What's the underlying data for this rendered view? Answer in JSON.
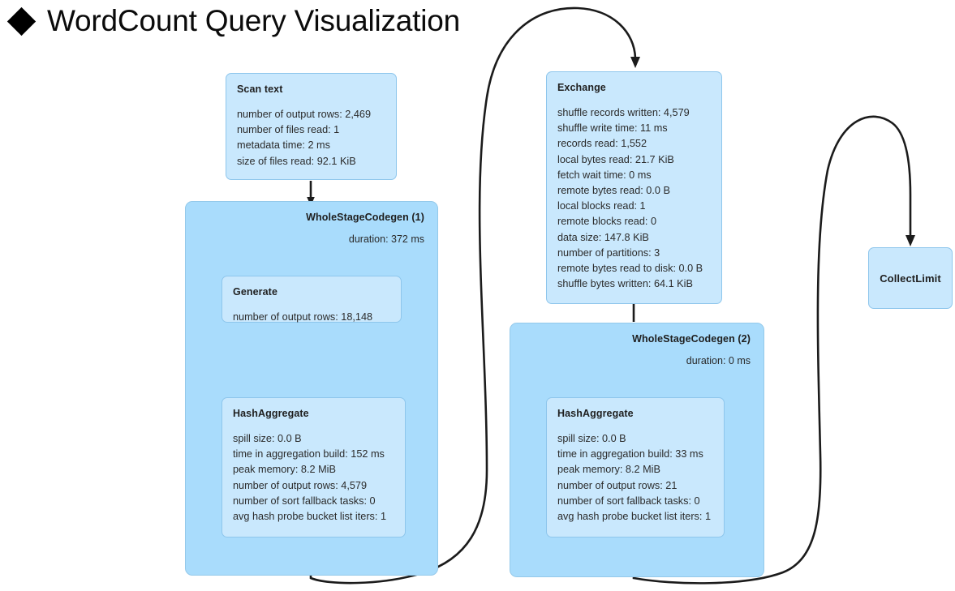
{
  "page": {
    "title": "WordCount Query Visualization",
    "title_marker_icon": "diamond-bullet-icon",
    "background_color": "#ffffff"
  },
  "colors": {
    "cluster_fill": "#a9dcfc",
    "cluster_border": "#94c9ea",
    "node_fill": "#c9e8fd",
    "node_border": "#8ec6ec",
    "edge_stroke": "#1b1b1b",
    "text": "#1f1f1f"
  },
  "graph": {
    "type": "dag",
    "nodes": [
      {
        "id": "scan-text",
        "title": "Scan text",
        "metrics": [
          "number of output rows: 2,469",
          "number of files read: 1",
          "metadata time: 2 ms",
          "size of files read: 92.1 KiB"
        ]
      },
      {
        "id": "wholestagecodegen-1",
        "title": "WholeStageCodegen (1)",
        "subtitle": "duration: 372 ms",
        "kind": "cluster"
      },
      {
        "id": "generate",
        "title": "Generate",
        "metrics": [
          "number of output rows: 18,148"
        ]
      },
      {
        "id": "hashaggregate-1",
        "title": "HashAggregate",
        "metrics": [
          "spill size: 0.0 B",
          "time in aggregation build: 152 ms",
          "peak memory: 8.2 MiB",
          "number of output rows: 4,579",
          "number of sort fallback tasks: 0",
          "avg hash probe bucket list iters: 1"
        ]
      },
      {
        "id": "exchange",
        "title": "Exchange",
        "metrics": [
          "shuffle records written: 4,579",
          "shuffle write time: 11 ms",
          "records read: 1,552",
          "local bytes read: 21.7 KiB",
          "fetch wait time: 0 ms",
          "remote bytes read: 0.0 B",
          "local blocks read: 1",
          "remote blocks read: 0",
          "data size: 147.8 KiB",
          "number of partitions: 3",
          "remote bytes read to disk: 0.0 B",
          "shuffle bytes written: 64.1 KiB"
        ]
      },
      {
        "id": "wholestagecodegen-2",
        "title": "WholeStageCodegen (2)",
        "subtitle": "duration: 0 ms",
        "kind": "cluster"
      },
      {
        "id": "hashaggregate-2",
        "title": "HashAggregate",
        "metrics": [
          "spill size: 0.0 B",
          "time in aggregation build: 33 ms",
          "peak memory: 8.2 MiB",
          "number of output rows: 21",
          "number of sort fallback tasks: 0",
          "avg hash probe bucket list iters: 1"
        ]
      },
      {
        "id": "collectlimit",
        "title": "CollectLimit",
        "metrics": []
      }
    ],
    "edges": [
      {
        "from": "scan-text",
        "to": "wholestagecodegen-1"
      },
      {
        "from": "wholestagecodegen-1",
        "to": "generate"
      },
      {
        "from": "generate",
        "to": "hashaggregate-1"
      },
      {
        "from": "hashaggregate-1",
        "to": "exchange"
      },
      {
        "from": "exchange",
        "to": "wholestagecodegen-2"
      },
      {
        "from": "wholestagecodegen-2",
        "to": "hashaggregate-2"
      },
      {
        "from": "hashaggregate-2",
        "to": "collectlimit"
      }
    ]
  }
}
